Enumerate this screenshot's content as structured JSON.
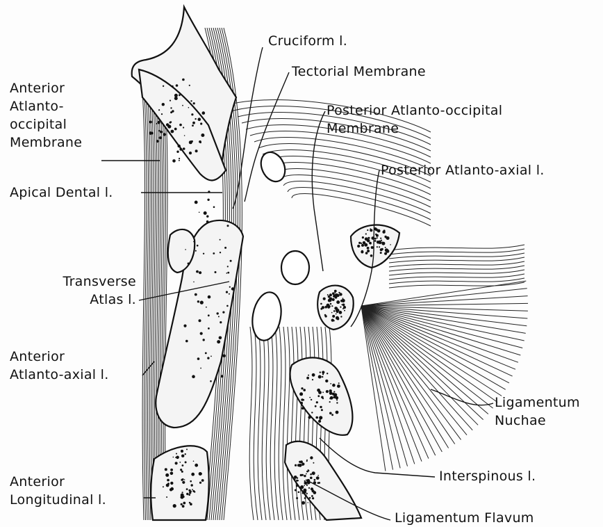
{
  "labels": {
    "cruciform": "Cruciform l.",
    "tectorial": "Tectorial Membrane",
    "post_ao": [
      "Posterior Atlanto-occipital",
      "Membrane"
    ],
    "post_aa": "Posterior Atlanto-axial l.",
    "ant_ao": [
      "Anterior",
      "Atlanto-",
      "occipital",
      "Membrane"
    ],
    "apical": "Apical Dental l.",
    "transverse": [
      "Transverse",
      "Atlas l."
    ],
    "ant_aa": [
      "Anterior",
      "Atlanto-axial l."
    ],
    "lig_nuchae": [
      "Ligamentum",
      "Nuchae"
    ],
    "interspinous": "Interspinous l.",
    "ant_long": [
      "Anterior",
      "Longitudinal l."
    ],
    "lig_flavum": "Ligamentum Flavum"
  },
  "colors": {
    "ink": "#111111",
    "bone": "#f4f4f4",
    "paper": "#fdfdfd"
  }
}
